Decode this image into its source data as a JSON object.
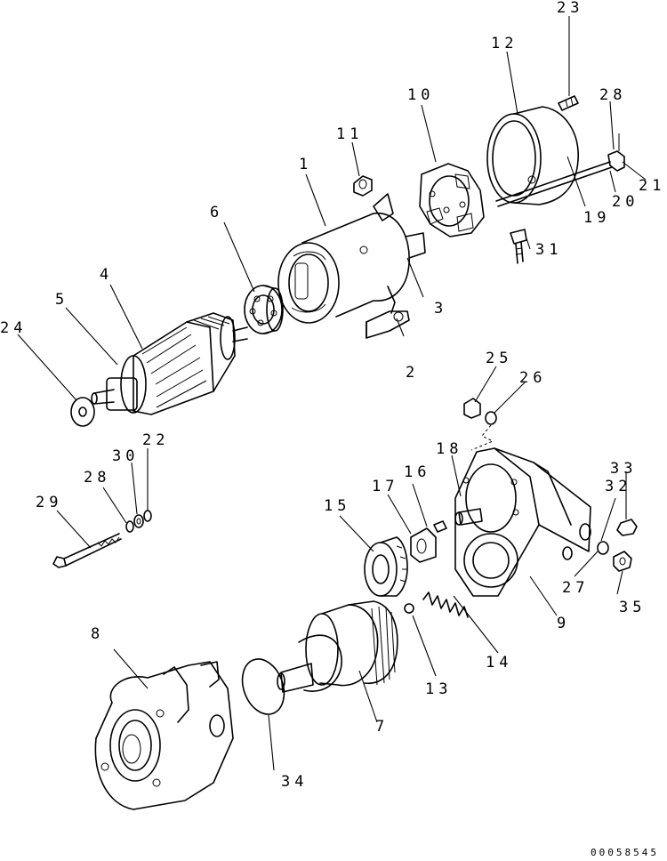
{
  "diagram": {
    "callouts": [
      "1",
      "2",
      "3",
      "4",
      "5",
      "6",
      "7",
      "8",
      "9",
      "10",
      "11",
      "12",
      "13",
      "14",
      "15",
      "16",
      "17",
      "18",
      "19",
      "20",
      "21",
      "22",
      "23",
      "24",
      "25",
      "26",
      "27",
      "28",
      "28",
      "29",
      "30",
      "31",
      "32",
      "33",
      "34",
      "35"
    ],
    "drawing_code": "00058545",
    "line_color": "#000000",
    "background_color": "#ffffff"
  }
}
